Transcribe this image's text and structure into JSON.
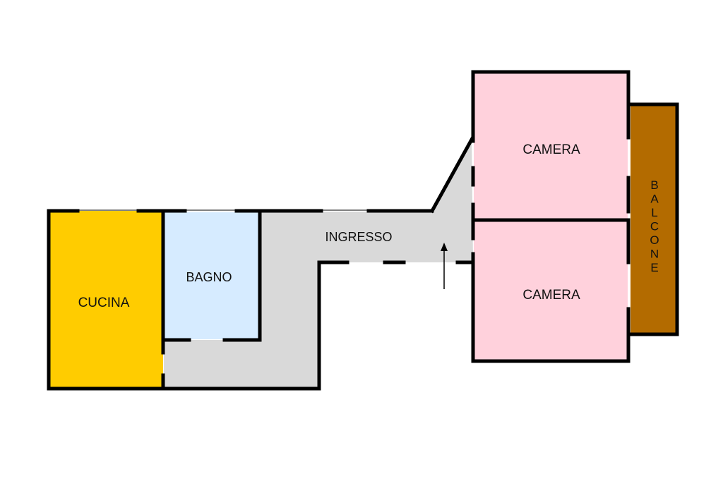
{
  "plan": {
    "colors": {
      "cucina": "#ffcc00",
      "bagno": "#d6ebff",
      "ingresso": "#d9d9d9",
      "camera": "#ffd1dc",
      "balcone": "#b36b00",
      "wall": "#000000"
    },
    "rooms": {
      "cucina": "CUCINA",
      "bagno": "BAGNO",
      "ingresso": "INGRESSO",
      "camera_top": "CAMERA",
      "camera_bottom": "CAMERA",
      "balcone": "BALCONE"
    }
  }
}
